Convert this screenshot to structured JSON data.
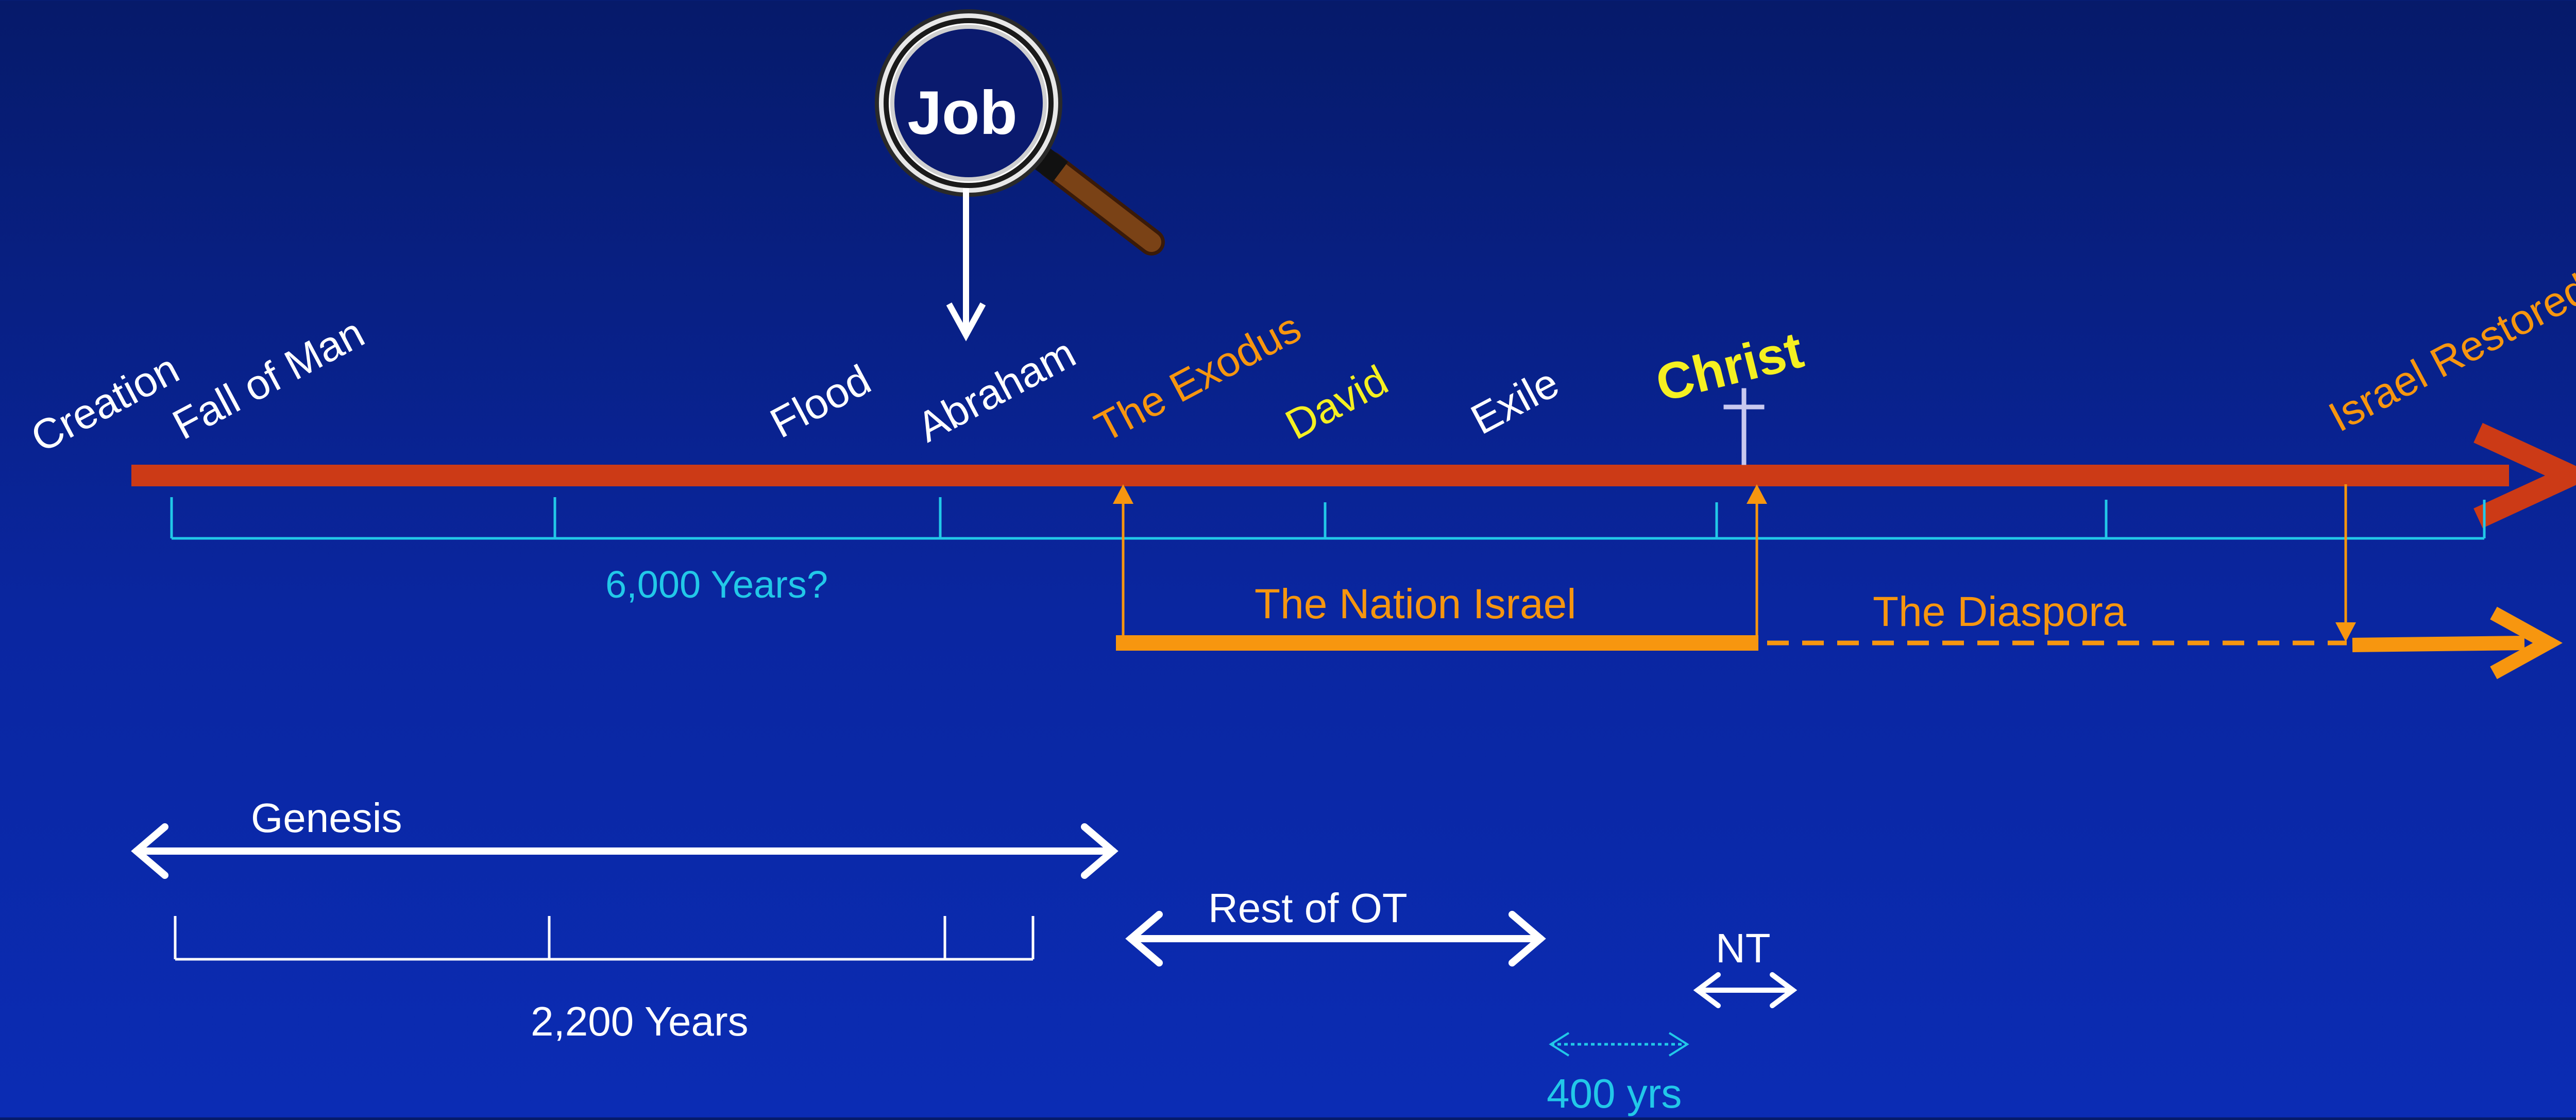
{
  "colors": {
    "background_top": "#061a6a",
    "background_bottom": "#0b2cb4",
    "main_arrow": "#cc3a16",
    "orange": "#f7960f",
    "white": "#ffffff",
    "cyan": "#22c8e8",
    "yellow": "#f5f021",
    "cross": "#c8c8f0"
  },
  "magnifier": {
    "label": "Job"
  },
  "events": {
    "creation": "Creation",
    "fall_of_man": "Fall of Man",
    "flood": "Flood",
    "abraham": "Abraham",
    "exodus": "The Exodus",
    "david": "David",
    "exile": "Exile",
    "christ": "Christ",
    "israel_restored": "Israel Restored"
  },
  "timeline": {
    "years_label": "6,000 Years?",
    "nation_label": "The Nation Israel",
    "diaspora_label": "The Diaspora"
  },
  "books": {
    "genesis": "Genesis",
    "genesis_years": "2,200 Years",
    "rest_of_ot": "Rest of OT",
    "nt": "NT",
    "silent_years": "400 yrs"
  },
  "icons": [
    "magnifying-glass-icon",
    "cross-icon"
  ]
}
